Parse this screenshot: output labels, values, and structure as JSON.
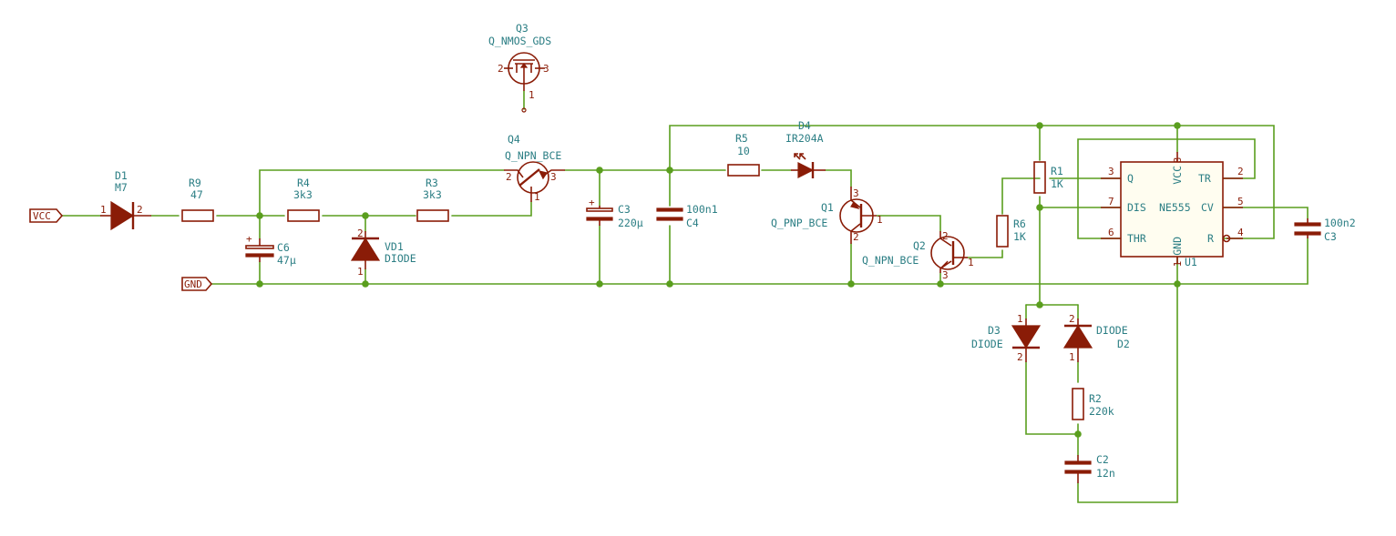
{
  "nets": {
    "vcc": "VCC",
    "gnd": "GND"
  },
  "parts": {
    "D1": {
      "ref": "D1",
      "value": "M7"
    },
    "R9": {
      "ref": "R9",
      "value": "47"
    },
    "R4": {
      "ref": "R4",
      "value": "3k3"
    },
    "R3": {
      "ref": "R3",
      "value": "3k3"
    },
    "Q3": {
      "ref": "Q3",
      "value": "Q_NMOS_GDS"
    },
    "Q4": {
      "ref": "Q4",
      "value": "Q_NPN_BCE"
    },
    "C6": {
      "ref": "C6",
      "value": "47µ"
    },
    "VD1": {
      "ref": "VD1",
      "value": "DIODE"
    },
    "C3a": {
      "ref": "C3",
      "value": "220µ"
    },
    "C4": {
      "ref": "C4",
      "value": "100n1"
    },
    "R5": {
      "ref": "R5",
      "value": "10"
    },
    "D4": {
      "ref": "D4",
      "value": "IR204A"
    },
    "Q1": {
      "ref": "Q1",
      "value": "Q_PNP_BCE"
    },
    "Q2": {
      "ref": "Q2",
      "value": "Q_NPN_BCE"
    },
    "R1": {
      "ref": "R1",
      "value": "1K"
    },
    "R6": {
      "ref": "R6",
      "value": "1K"
    },
    "U1": {
      "ref": "U1",
      "value": "NE555"
    },
    "C3b": {
      "ref": "C3",
      "value": "100n2"
    },
    "D3": {
      "ref": "D3",
      "value": "DIODE"
    },
    "D2": {
      "ref": "D2",
      "value": "DIODE"
    },
    "R2": {
      "ref": "R2",
      "value": "220k"
    },
    "C2": {
      "ref": "C2",
      "value": "12n"
    }
  },
  "ic_pins": {
    "q": "Q",
    "dis": "DIS",
    "thr": "THR",
    "vcc": "VCC",
    "gnd": "GND",
    "tr": "TR",
    "cv": "CV",
    "r": "R"
  },
  "pin_numbers": {
    "n1": "1",
    "n2": "2",
    "n3": "3",
    "n4": "4",
    "n5": "5",
    "n6": "6",
    "n7": "7",
    "n8": "8"
  }
}
